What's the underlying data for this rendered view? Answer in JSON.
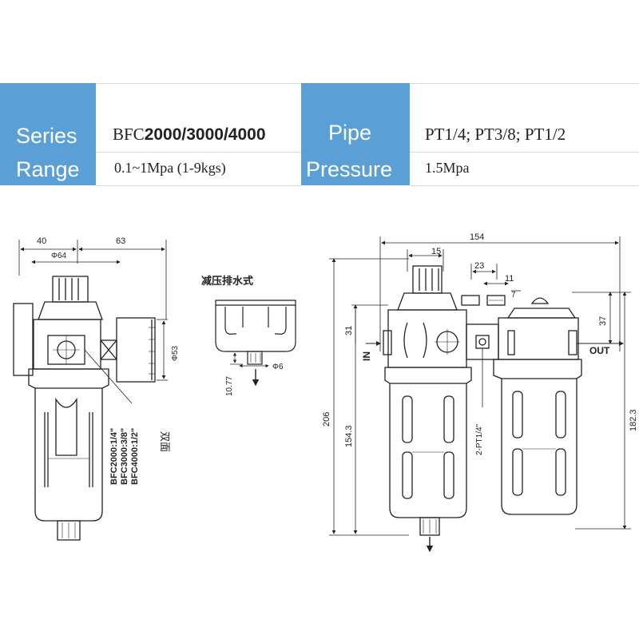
{
  "spec_table": {
    "series_label": "Series",
    "series_value_prefix": "BFC",
    "series_value_models": "2000/3000/4000",
    "pipe_label": "Pipe",
    "pipe_value": "PT1/4; PT3/8; PT1/2",
    "range_label": "Range",
    "range_value": "0.1~1Mpa (1-9kgs)",
    "pressure_label": "Pressure",
    "pressure_value": "1.5Mpa",
    "accent_color": "#5aa0d6"
  },
  "left_drawing": {
    "dim_40": "40",
    "dim_63": "63",
    "dim_phi64": "Φ64",
    "dim_phi53": "Φ53",
    "port_note_1": "BFC2000:1/4\"",
    "port_note_2": "BFC3000:3/8\"",
    "port_note_3": "BFC4000:1/2\"",
    "double_side_note": "双面"
  },
  "drain_detail": {
    "title": "减压排水式",
    "dim_10_77": "10.77",
    "dim_phi6": "Φ6"
  },
  "right_drawing": {
    "dim_154": "154",
    "dim_15": "15",
    "dim_23": "23",
    "dim_11": "11",
    "dim_7": "7",
    "dim_31": "31",
    "dim_37": "37",
    "dim_206": "206",
    "dim_154_3": "154.3",
    "dim_182_3": "182.3",
    "in_label": "IN",
    "out_label": "OUT",
    "port_label": "2-PT1/4\""
  }
}
